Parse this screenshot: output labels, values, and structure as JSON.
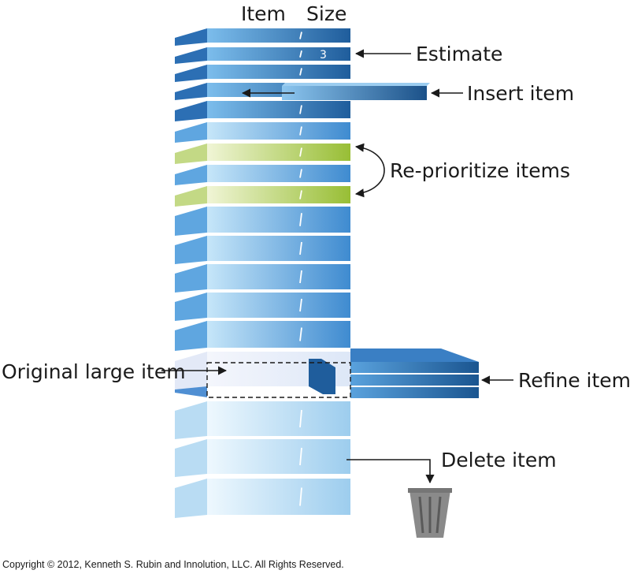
{
  "headers": {
    "item": "Item",
    "size": "Size"
  },
  "estimate_value": "3",
  "annotations": {
    "estimate": "Estimate",
    "insert_item": "Insert item",
    "reprioritize_items": "Re-prioritize items",
    "original_large_item": "Original large item",
    "refine_items": "Refine items",
    "delete_item": "Delete item"
  },
  "copyright": "Copyright © 2012, Kenneth S. Rubin and Innolution, LLC. All Rights Reserved.",
  "colors": {
    "top_dark": "#1e5a96",
    "top_light": "#6fb3e6",
    "middle_dark": "#3b86cc",
    "middle_light": "#bfe2f8",
    "bottom_dark": "#8fc4ea",
    "bottom_light": "#eaf6fd",
    "reprioritized_light": "#eef3d2",
    "reprioritized_dark": "#9cc13a",
    "ink": "#1a1a1a",
    "trash": "#8a8a8a"
  }
}
